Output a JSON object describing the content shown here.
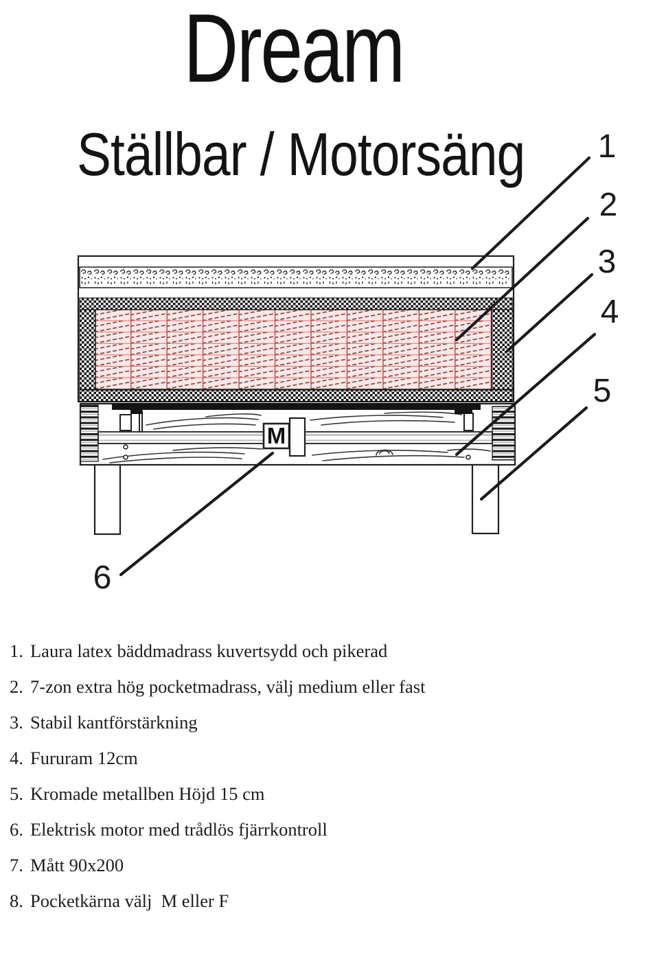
{
  "page": {
    "background": "#ffffff",
    "ink": "#1c1c1c"
  },
  "header": {
    "title": "Dream",
    "subtitle": "Ställbar / Motorsäng"
  },
  "diagram": {
    "motor_label": "M",
    "callouts": [
      "1",
      "2",
      "3",
      "4",
      "5",
      "6"
    ],
    "colors": {
      "spring_fill": "#fbe7e7",
      "spring_grid": "#c4403f",
      "spring_hatch": "#5e1513",
      "slat_bar": "#141414"
    }
  },
  "legend": {
    "items": [
      {
        "num": "1.",
        "text": "Laura latex bäddmadrass kuvertsydd och pikerad"
      },
      {
        "num": "2.",
        "text": "7-zon extra hög pocketmadrass, välj medium eller fast"
      },
      {
        "num": "3.",
        "text": "Stabil kantförstärkning"
      },
      {
        "num": "4.",
        "text": "Fururam 12cm"
      },
      {
        "num": "5.",
        "text": "Kromade metallben Höjd 15 cm"
      },
      {
        "num": "6.",
        "text": "Elektrisk motor med trådlös fjärrkontroll"
      },
      {
        "num": "7.",
        "text": "Mått 90x200"
      },
      {
        "num": "8.",
        "text": "Pocketkärna välj  M eller F"
      }
    ]
  }
}
